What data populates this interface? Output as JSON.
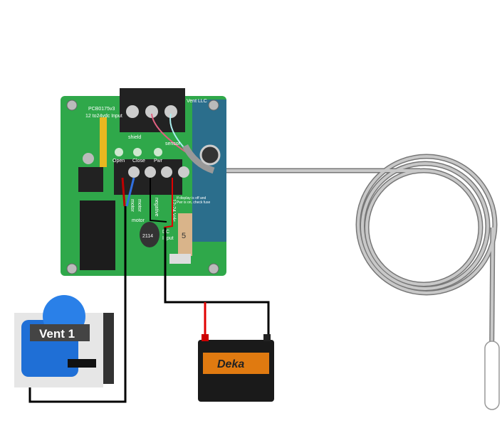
{
  "board": {
    "model": "PCB0175v3",
    "input_rating": "12 to24vdc Input",
    "maker": "Vent LLC",
    "label_shield": "shield",
    "label_sensor": "sensor",
    "led_open": "Open",
    "led_close": "Close",
    "led_pwr": "Pwr",
    "term_motor_1": "motor",
    "term_motor_2": "motor",
    "term_negative": "negative",
    "term_vdc": "12-24 Vdc",
    "motor_label": "motor",
    "dc_input_1": "DC",
    "dc_input_2": "Input",
    "fuse_note": "If display is off and Pwr is on, check fuse",
    "fuse_value": "5",
    "chip_label": "2114"
  },
  "motor": {
    "label": "Vent 1"
  },
  "battery": {
    "brand": "Deka"
  },
  "colors": {
    "board": "#2fa84a",
    "wire": "#000000",
    "wire_red": "#e00000",
    "cable": "#a8a8a8"
  }
}
